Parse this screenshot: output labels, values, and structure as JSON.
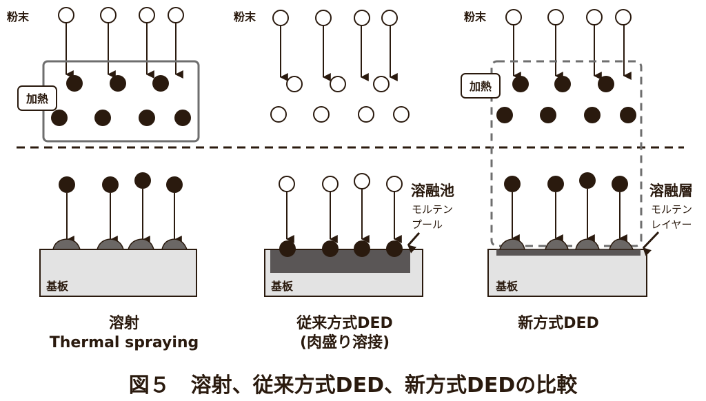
{
  "colors": {
    "ink": "#2a1a0e",
    "box_gray": "#6e6e6e",
    "substrate": "#e3e3e3",
    "molten": "#5a5656",
    "splat": "#6b6765"
  },
  "panels": [
    {
      "id": "thermal-spraying",
      "powder_label": "粉末",
      "heating_label": "加熱",
      "substrate_label": "基板",
      "caption_line1": "溶射",
      "caption_line2": "Thermal spraying",
      "heating_zone": "solid-box",
      "upper_particles_state": "heated",
      "lower_particles_state": "heated",
      "deposit": "splats"
    },
    {
      "id": "conventional-ded",
      "powder_label": "粉末",
      "substrate_label": "基板",
      "caption_line1": "従来方式DED",
      "caption_line2": "(肉盛り溶接)",
      "melt_label": "溶融池",
      "melt_label_kana_line1": "モルテン",
      "melt_label_kana_line2": "プール",
      "upper_particles_state": "unheated",
      "lower_particles_state": "unheated",
      "deposit": "molten-pool"
    },
    {
      "id": "new-ded",
      "powder_label": "粉末",
      "heating_label": "加熱",
      "substrate_label": "基板",
      "caption_line1": "新方式DED",
      "caption_line2": "",
      "melt_label": "溶融層",
      "melt_label_kana_line1": "モルテン",
      "melt_label_kana_line2": "レイヤー",
      "heating_zone": "dashed-box",
      "upper_particles_state": "heated",
      "lower_particles_state": "heated",
      "deposit": "splats-on-molten-layer"
    }
  ],
  "figure_title": "図５　溶射、従来方式DED、新方式DEDの比較"
}
